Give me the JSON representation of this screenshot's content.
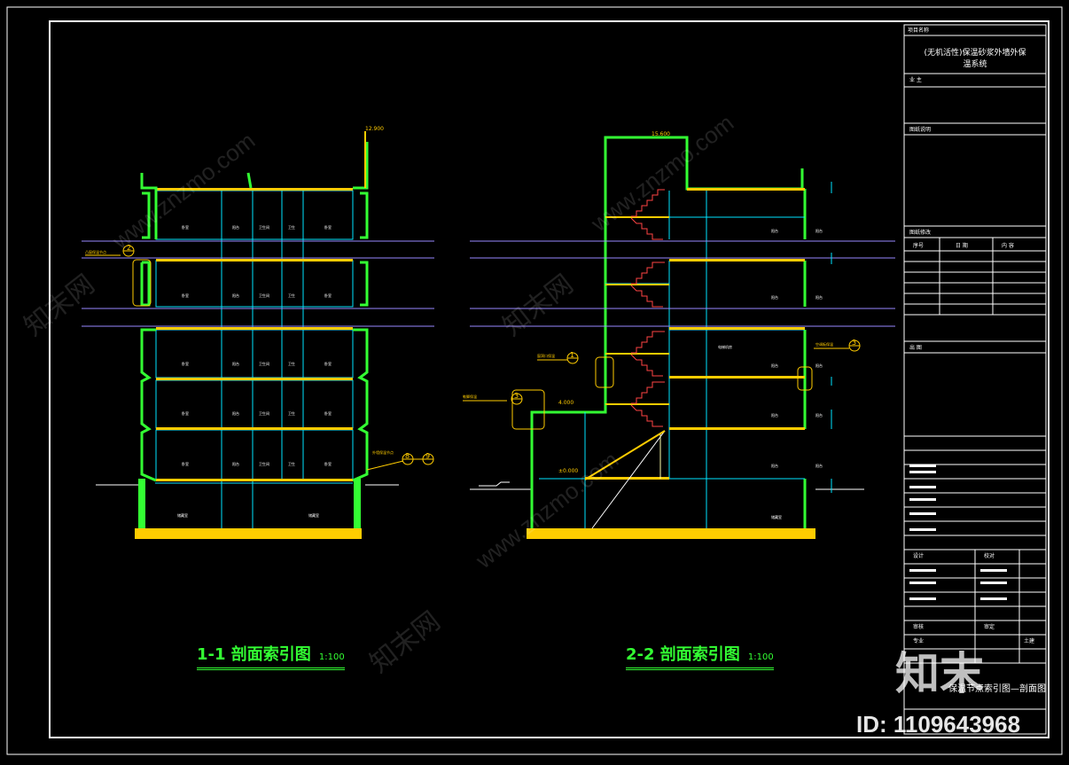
{
  "project": {
    "name_header": "项目名称",
    "name_line1": "(无机活性)保温砂浆外墙外保",
    "name_line2": "温系统",
    "build_label": "业 主",
    "drawing_note_label": "图纸说明",
    "revision_label": "图纸修改",
    "stamp_label": "出 图",
    "drawing_title": "保温节点索引图—剖面图"
  },
  "revision_table": {
    "headers": [
      "序号",
      "日 期",
      "内 容"
    ]
  },
  "signoff_rows": [
    {
      "left": "设计",
      "right": "校对"
    },
    {
      "left": "审核",
      "right": "审定"
    },
    {
      "left": "专业",
      "right": "土建"
    }
  ],
  "sections": [
    {
      "title": "1-1 剖面索引图",
      "scale": "1:100"
    },
    {
      "title": "2-2 剖面索引图",
      "scale": "1:100"
    }
  ],
  "watermark": {
    "site": "www.znzmo.com",
    "brand": "知末网",
    "logo": "知末",
    "id_text": "ID: 1109643968"
  },
  "colors": {
    "background": "#000000",
    "frame": "#ffffff",
    "wall_green": "#33ff33",
    "slab_yellow": "#ffcc00",
    "cyan": "#00e5ff",
    "purple": "#9988ff",
    "stair_red": "#ff4444",
    "annotation": "#ffcc00"
  }
}
